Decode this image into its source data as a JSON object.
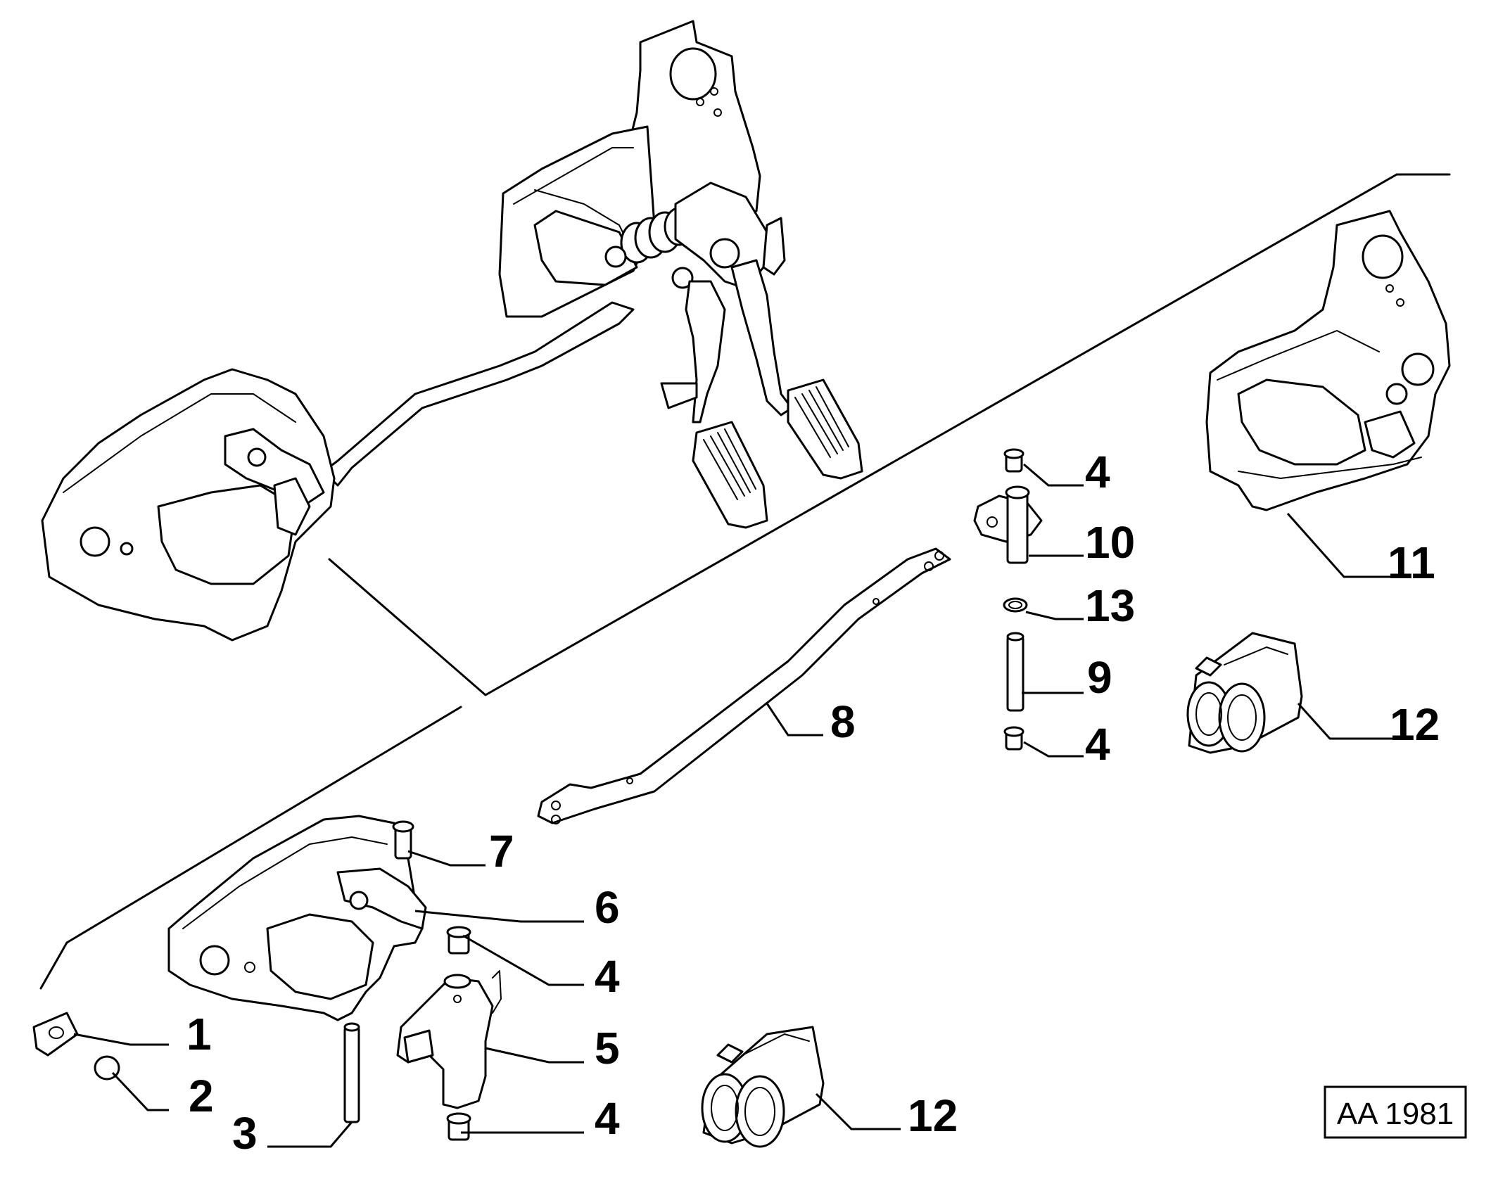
{
  "callouts": [
    {
      "id": "c1",
      "label": "1"
    },
    {
      "id": "c2",
      "label": "2"
    },
    {
      "id": "c3",
      "label": "3"
    },
    {
      "id": "c4a",
      "label": "4"
    },
    {
      "id": "c4b",
      "label": "4"
    },
    {
      "id": "c4c",
      "label": "4"
    },
    {
      "id": "c4d",
      "label": "4"
    },
    {
      "id": "c5",
      "label": "5"
    },
    {
      "id": "c6",
      "label": "6"
    },
    {
      "id": "c7",
      "label": "7"
    },
    {
      "id": "c8",
      "label": "8"
    },
    {
      "id": "c9",
      "label": "9"
    },
    {
      "id": "c10",
      "label": "10"
    },
    {
      "id": "c11",
      "label": "11"
    },
    {
      "id": "c12a",
      "label": "12"
    },
    {
      "id": "c12b",
      "label": "12"
    },
    {
      "id": "c13",
      "label": "13"
    }
  ],
  "reference": {
    "code": "AA 1981"
  }
}
